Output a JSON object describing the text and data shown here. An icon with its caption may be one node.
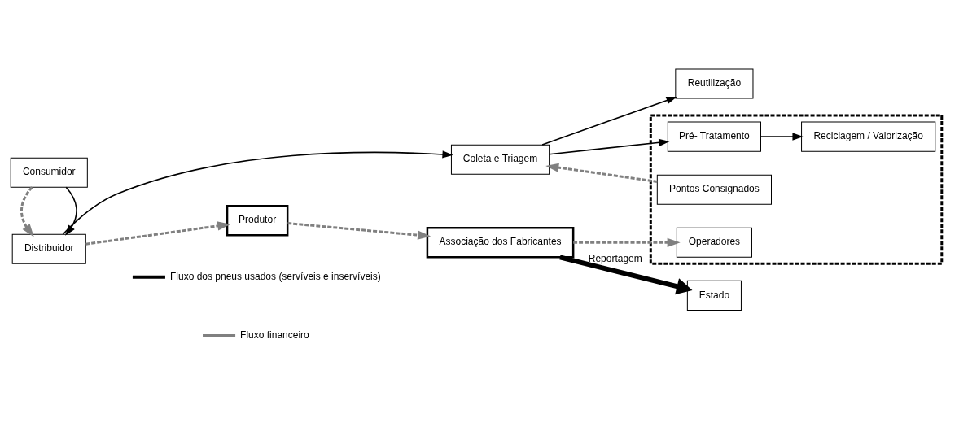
{
  "diagram": {
    "nodes": [
      {
        "text": [
          "Consumidor"
        ]
      },
      {
        "text": [
          "Distribuidor"
        ]
      },
      {
        "text": [
          "Reutilização"
        ]
      },
      {
        "text": [
          "Coleta e Triagem"
        ]
      },
      {
        "text": [],
        "shape": "box"
      },
      {
        "text": [
          "Pontos Consignados"
        ],
        "in": 4
      },
      {
        "text": [
          "Pré- Tratamento"
        ],
        "in": 4
      },
      {
        "text": [
          "Reciclagem / Valorização"
        ],
        "in": 4
      },
      {
        "text": [
          "Operadores"
        ],
        "in": 4
      },
      {
        "text": [
          "Estado"
        ]
      },
      {
        "text": [
          "Produtor"
        ]
      },
      {
        "text": [
          "Associação dos Fabricantes"
        ]
      }
    ],
    "edges": [
      {
        "from": 0,
        "to": 1,
        "arrow": "to"
      },
      {
        "from": 0,
        "to": 1,
        "arrow": "to",
        "style": "dashed",
        "color": "#808080"
      },
      {
        "from": 1,
        "to": 3,
        "arrow": "to"
      },
      {
        "from": 3,
        "to": 2,
        "arrow": "to"
      },
      {
        "from": 5,
        "to": 3,
        "arrow": "to",
        "style": "dashed",
        "color": "#808080"
      },
      {
        "from": 3,
        "to": 6,
        "arrow": "to"
      },
      {
        "from": 6,
        "to": 7,
        "arrow": "to"
      },
      {
        "from": 1,
        "to": 10,
        "arrow": "to",
        "style": "dashed",
        "color": "#808080"
      },
      {
        "from": 10,
        "to": 11,
        "arrow": "to",
        "style": "dashed",
        "color": "#808080"
      },
      {
        "from": 11,
        "to": 8,
        "arrow": "to",
        "style": "dashed",
        "color": "#808080"
      },
      {
        "from": 11,
        "to": 9,
        "arrow": "to",
        "style": "thick",
        "label": "Reportagem"
      }
    ],
    "legend": [
      {
        "text": "Fluxo dos pneus usados (servíveis e inservíveis)"
      },
      {
        "text": "Fluxo financeiro"
      }
    ]
  }
}
